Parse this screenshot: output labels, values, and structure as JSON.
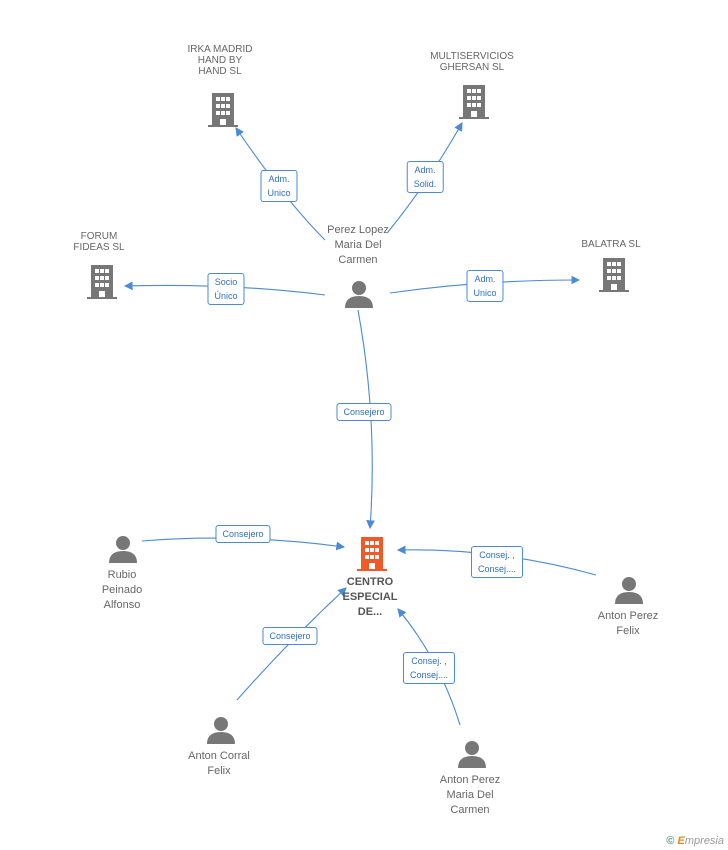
{
  "colors": {
    "edge": "#4a8ad6",
    "building": "#777777",
    "focus_building": "#f05a28",
    "person": "#777777"
  },
  "nodes": {
    "irka": {
      "lines": [
        "IRKA MADRID",
        "HAND BY",
        "HAND  SL"
      ]
    },
    "multiservicios": {
      "lines": [
        "MULTISERVICIOS",
        "GHERSAN SL"
      ]
    },
    "forum": {
      "lines": [
        "FORUM",
        "FIDEAS SL"
      ]
    },
    "balatra": {
      "lines": [
        "BALATRA SL"
      ]
    },
    "perez_lopez": {
      "lines": [
        "Perez Lopez",
        "Maria Del",
        "Carmen"
      ]
    },
    "centro": {
      "lines": [
        "CENTRO",
        "ESPECIAL",
        "DE..."
      ]
    },
    "rubio": {
      "lines": [
        "Rubio",
        "Peinado",
        "Alfonso"
      ]
    },
    "anton_felix": {
      "lines": [
        "Anton Perez",
        "Felix"
      ]
    },
    "anton_corral": {
      "lines": [
        "Anton Corral",
        "Felix"
      ]
    },
    "anton_maria": {
      "lines": [
        "Anton Perez",
        "Maria Del",
        "Carmen"
      ]
    }
  },
  "edges": {
    "to_irka": [
      "Adm.",
      "Unico"
    ],
    "to_multi": [
      "Adm.",
      "Solid."
    ],
    "to_forum": [
      "Socio",
      "Único"
    ],
    "to_balatra": [
      "Adm.",
      "Unico"
    ],
    "to_centro": [
      "Consejero"
    ],
    "rubio_centro": [
      "Consejero"
    ],
    "felix_centro": [
      "Consej. ,",
      "Consej...."
    ],
    "corral_centro": [
      "Consejero"
    ],
    "maria_centro": [
      "Consej. ,",
      "Consej...."
    ]
  },
  "footer": {
    "copyright": "©",
    "brand_first": "E",
    "brand_rest": "mpresia"
  }
}
